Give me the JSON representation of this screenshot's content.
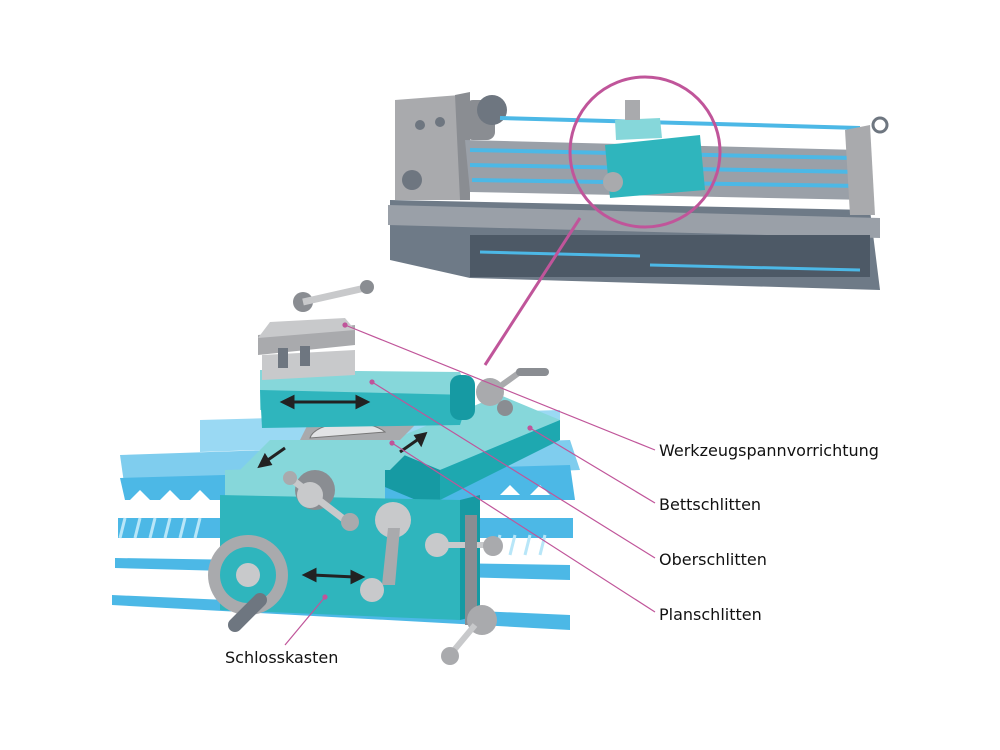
{
  "labels": {
    "tool_holder": "Werkzeugspannvorrichtung",
    "saddle": "Bettschlitten",
    "top_slide": "Oberschlitten",
    "cross_slide": "Planschlitten",
    "apron": "Schlosskasten"
  },
  "colors": {
    "teal": "#2fb5bd",
    "teal_light": "#86d7da",
    "teal_dark": "#169aa3",
    "blue_rail": "#4cb8e6",
    "grey": "#a9aaad",
    "grey_dark": "#6e7680",
    "leader": "#c0559a"
  }
}
